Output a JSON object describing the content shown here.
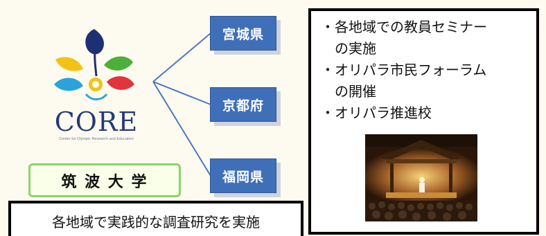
{
  "logo": {
    "name": "CORE",
    "tagline": "Center for Olympic Research and Education"
  },
  "university": {
    "label": "筑 波 大 学"
  },
  "caption": {
    "text": "各地域で実践的な調査研究を実施"
  },
  "prefectures": [
    {
      "label": "宮城県"
    },
    {
      "label": "京都府"
    },
    {
      "label": "福岡県"
    }
  ],
  "activities": [
    {
      "line1": "・各地域での教員セミナー",
      "line2": "の実施"
    },
    {
      "line1": "・オリパラ市民フォーラム",
      "line2": "の開催"
    },
    {
      "line1": "・オリパラ推進校",
      "line2": ""
    }
  ],
  "colors": {
    "background": "#fdfaf0",
    "prefecture_button": "#3f6fb8",
    "university_border": "#8cd26a",
    "logo_text": "#243a78"
  }
}
